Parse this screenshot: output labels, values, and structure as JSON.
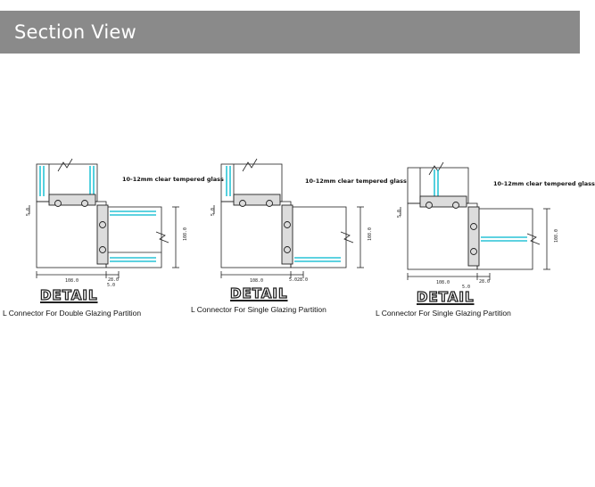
{
  "header": {
    "title": "Section View"
  },
  "panels": [
    {
      "glass_note": "10-12mm clear tempered glass",
      "detail_label": "DETAIL",
      "caption": "L Connector For Double Glazing Partition",
      "dims": {
        "left_width": "108.0",
        "mid_width": "28.0",
        "small": "5.0",
        "height": "108.0",
        "side_small": "5.0"
      }
    },
    {
      "glass_note": "10-12mm clear tempered glass",
      "detail_label": "DETAIL",
      "caption": "L Connector For Single Glazing Partition",
      "dims": {
        "left_width": "108.0",
        "mid_width": "5.028.0",
        "height": "108.0",
        "side_small": "5.0"
      }
    },
    {
      "glass_note": "10-12mm clear tempered glass",
      "detail_label": "DETAIL",
      "caption": "L Connector For Single Glazing Partition",
      "dims": {
        "left_width": "108.0",
        "mid_width": "28.0",
        "small": "5.0",
        "height": "108.0",
        "side_small": "5.0"
      }
    }
  ],
  "colors": {
    "header_bg": "#8a8a8a",
    "glass": "#29c4d6",
    "line": "#222222"
  }
}
